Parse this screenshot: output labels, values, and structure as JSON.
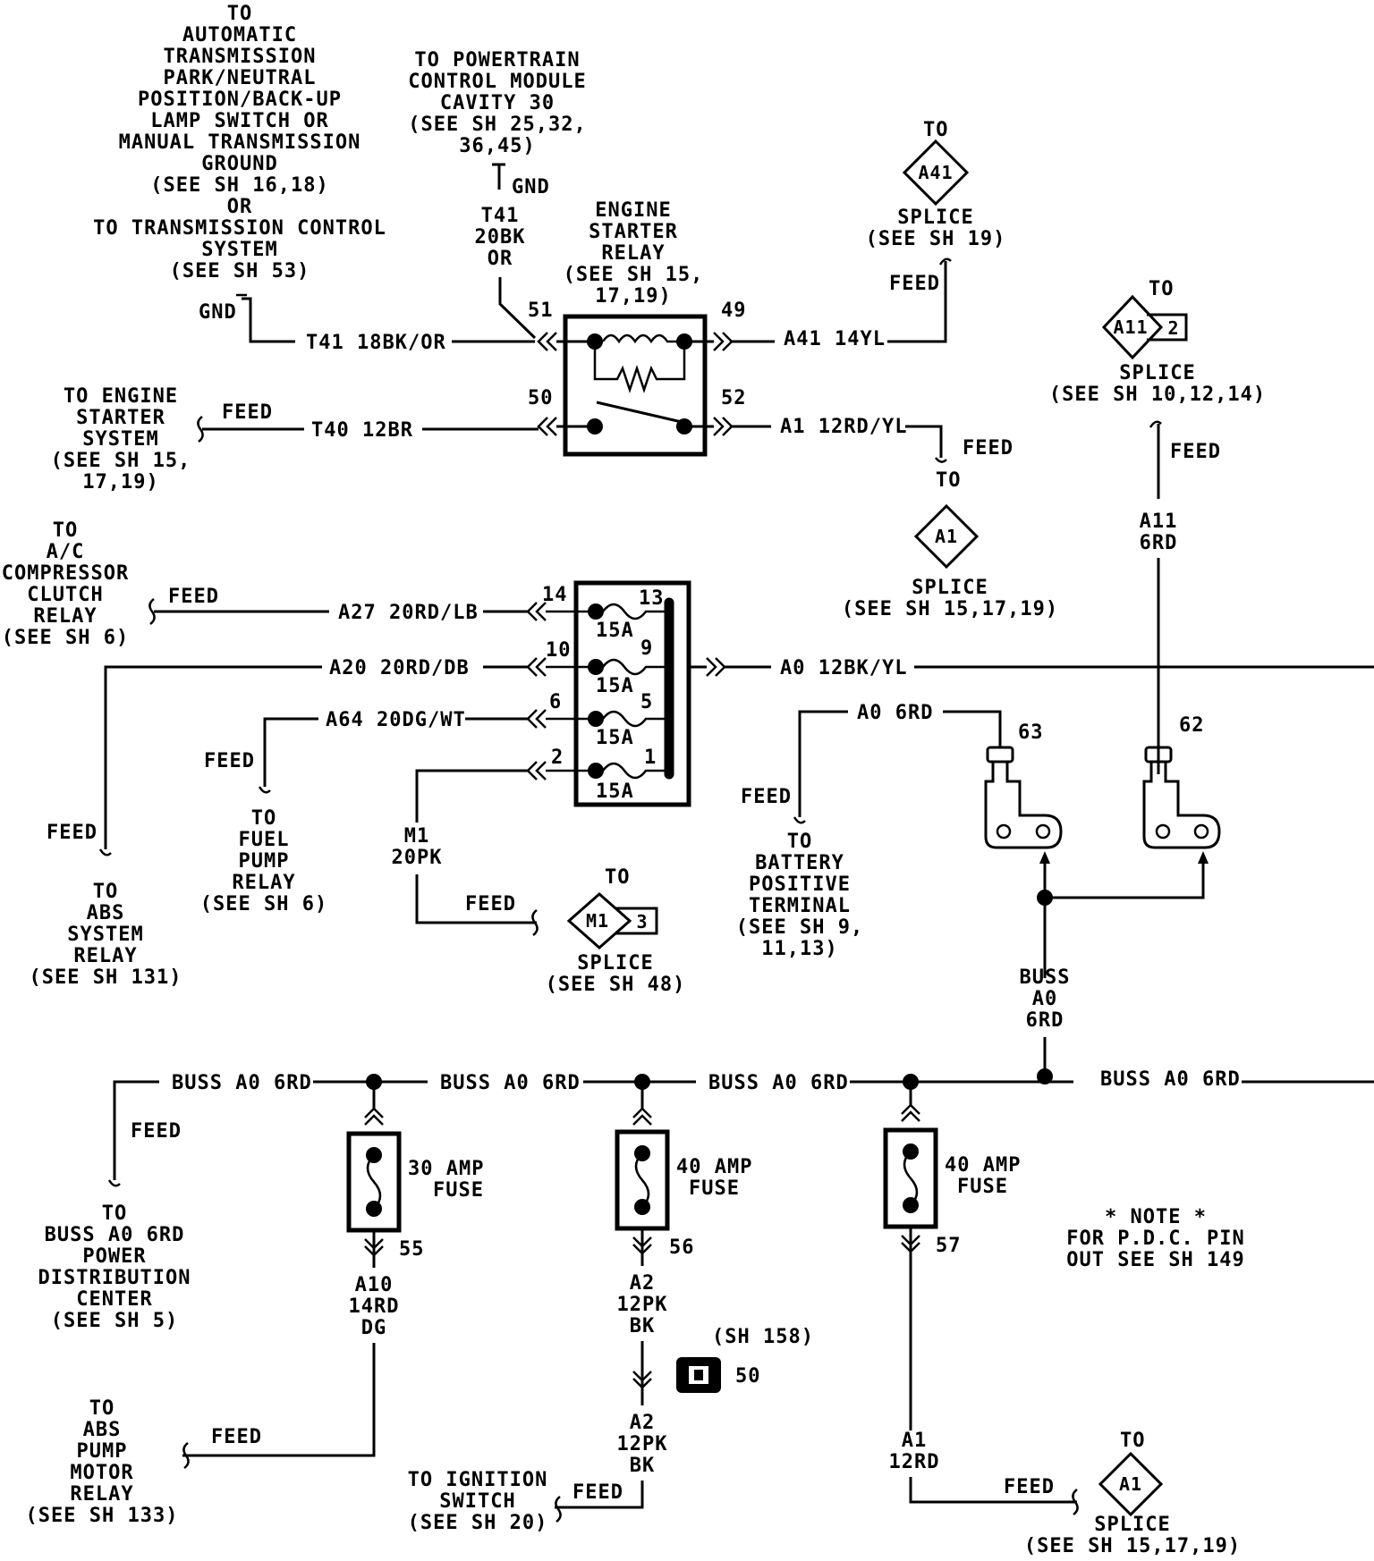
{
  "park_neutral": [
    "TO",
    "AUTOMATIC",
    "TRANSMISSION",
    "PARK/NEUTRAL",
    "POSITION/BACK-UP",
    "LAMP SWITCH OR",
    "MANUAL TRANSMISSION",
    "GROUND",
    "(SEE SH 16,18)",
    "OR",
    "TO TRANSMISSION CONTROL",
    "SYSTEM",
    "(SEE SH 53)"
  ],
  "pcm": [
    "TO POWERTRAIN",
    "CONTROL MODULE",
    "CAVITY 30",
    "(SEE SH 25,32,",
    "36,45)"
  ],
  "gnd_pcm": "GND",
  "t41_pcm": [
    "T41",
    "20BK",
    "OR"
  ],
  "gnd_left": "GND",
  "wire_t41": "T41 18BK/OR",
  "starter_relay_title": [
    "ENGINE",
    "STARTER",
    "RELAY",
    "(SEE SH 15,",
    "17,19)"
  ],
  "relay_pins": {
    "p51": "51",
    "p49": "49",
    "p50": "50",
    "p52": "52"
  },
  "wire_a41": "A41 14YL",
  "splice_a41": {
    "to": "TO",
    "code": "A41",
    "splice": "SPLICE",
    "ref": "(SEE SH 19)",
    "feed": "FEED"
  },
  "splice_a11": {
    "to": "TO",
    "code": "A11",
    "num": "2",
    "splice": "SPLICE",
    "ref": "(SEE SH 10,12,14)",
    "feed": "FEED",
    "wire": [
      "A11",
      "6RD"
    ]
  },
  "engine_starter_system": [
    "TO ENGINE",
    "STARTER",
    "SYSTEM",
    "(SEE SH 15,",
    "17,19)"
  ],
  "feed_t40": "FEED",
  "wire_t40": "T40 12BR",
  "wire_a1_relay": "A1 12RD/YL",
  "splice_a1_top": {
    "feed": "FEED",
    "to": "TO",
    "code": "A1",
    "splice": "SPLICE",
    "ref": "(SEE SH 15,17,19)"
  },
  "ac_relay": [
    "TO",
    "A/C",
    "COMPRESSOR",
    "CLUTCH",
    "RELAY",
    "(SEE SH 6)"
  ],
  "feed_a27": "FEED",
  "wire_a27": "A27 20RD/LB",
  "wire_a20": "A20 20RD/DB",
  "wire_a64": "A64 20DG/WT",
  "wire_a0": "A0 12BK/YL",
  "fuse_block": {
    "pins_left": [
      "14",
      "10",
      "6",
      "2"
    ],
    "pins_right": [
      "13",
      "9",
      "5",
      "1"
    ],
    "ratings": [
      "15A",
      "15A",
      "15A",
      "15A"
    ]
  },
  "feed_a20": "FEED",
  "abs_relay": [
    "TO",
    "ABS",
    "SYSTEM",
    "RELAY",
    "(SEE SH 131)"
  ],
  "feed_a64": "FEED",
  "fuel_pump": [
    "TO",
    "FUEL",
    "PUMP",
    "RELAY",
    "(SEE SH 6)"
  ],
  "wire_m1": [
    "M1",
    "20PK"
  ],
  "feed_m1": "FEED",
  "splice_m1": {
    "to": "TO",
    "code": "M1",
    "num": "3",
    "splice": "SPLICE",
    "ref": "(SEE SH 48)"
  },
  "wire_a0_6rd": "A0 6RD",
  "feed_batt": "FEED",
  "battery": [
    "TO",
    "BATTERY",
    "POSITIVE",
    "TERMINAL",
    "(SEE SH 9,",
    "11,13)"
  ],
  "studs": {
    "s63": "63",
    "s62": "62"
  },
  "buss_vertical": [
    "BUSS",
    "A0",
    "6RD"
  ],
  "buss_labels": [
    "BUSS A0 6RD",
    "BUSS A0 6RD",
    "BUSS A0 6RD",
    "BUSS A0 6RD"
  ],
  "feed_pdc": "FEED",
  "pdc": [
    "TO",
    "BUSS A0 6RD",
    "POWER",
    "DISTRIBUTION",
    "CENTER",
    "(SEE SH 5)"
  ],
  "fuses": [
    {
      "rating": [
        "30 AMP",
        "FUSE"
      ],
      "pin": "55",
      "wire": [
        "A10",
        "14RD",
        "DG"
      ]
    },
    {
      "rating": [
        "40 AMP",
        "FUSE"
      ],
      "pin": "56",
      "wire": [
        "A2",
        "12PK",
        "BK"
      ]
    },
    {
      "rating": [
        "40 AMP",
        "FUSE"
      ],
      "pin": "57",
      "wire": [
        "A1",
        "12RD"
      ]
    }
  ],
  "note": [
    "* NOTE *",
    "FOR P.D.C. PIN",
    "OUT SEE SH 149"
  ],
  "connector_ref": "(SH 158)",
  "connector_num": "50",
  "wire_a2_lower": [
    "A2",
    "12PK",
    "BK"
  ],
  "feed_ign": "FEED",
  "ignition": [
    "TO IGNITION",
    "SWITCH",
    "(SEE SH 20)"
  ],
  "feed_abs_pump": "FEED",
  "abs_pump": [
    "TO",
    "ABS",
    "PUMP",
    "MOTOR",
    "RELAY",
    "(SEE SH 133)"
  ],
  "feed_a1_bottom": "FEED",
  "splice_a1_bottom": {
    "to": "TO",
    "code": "A1",
    "splice": "SPLICE",
    "ref": "(SEE SH 15,17,19)"
  }
}
